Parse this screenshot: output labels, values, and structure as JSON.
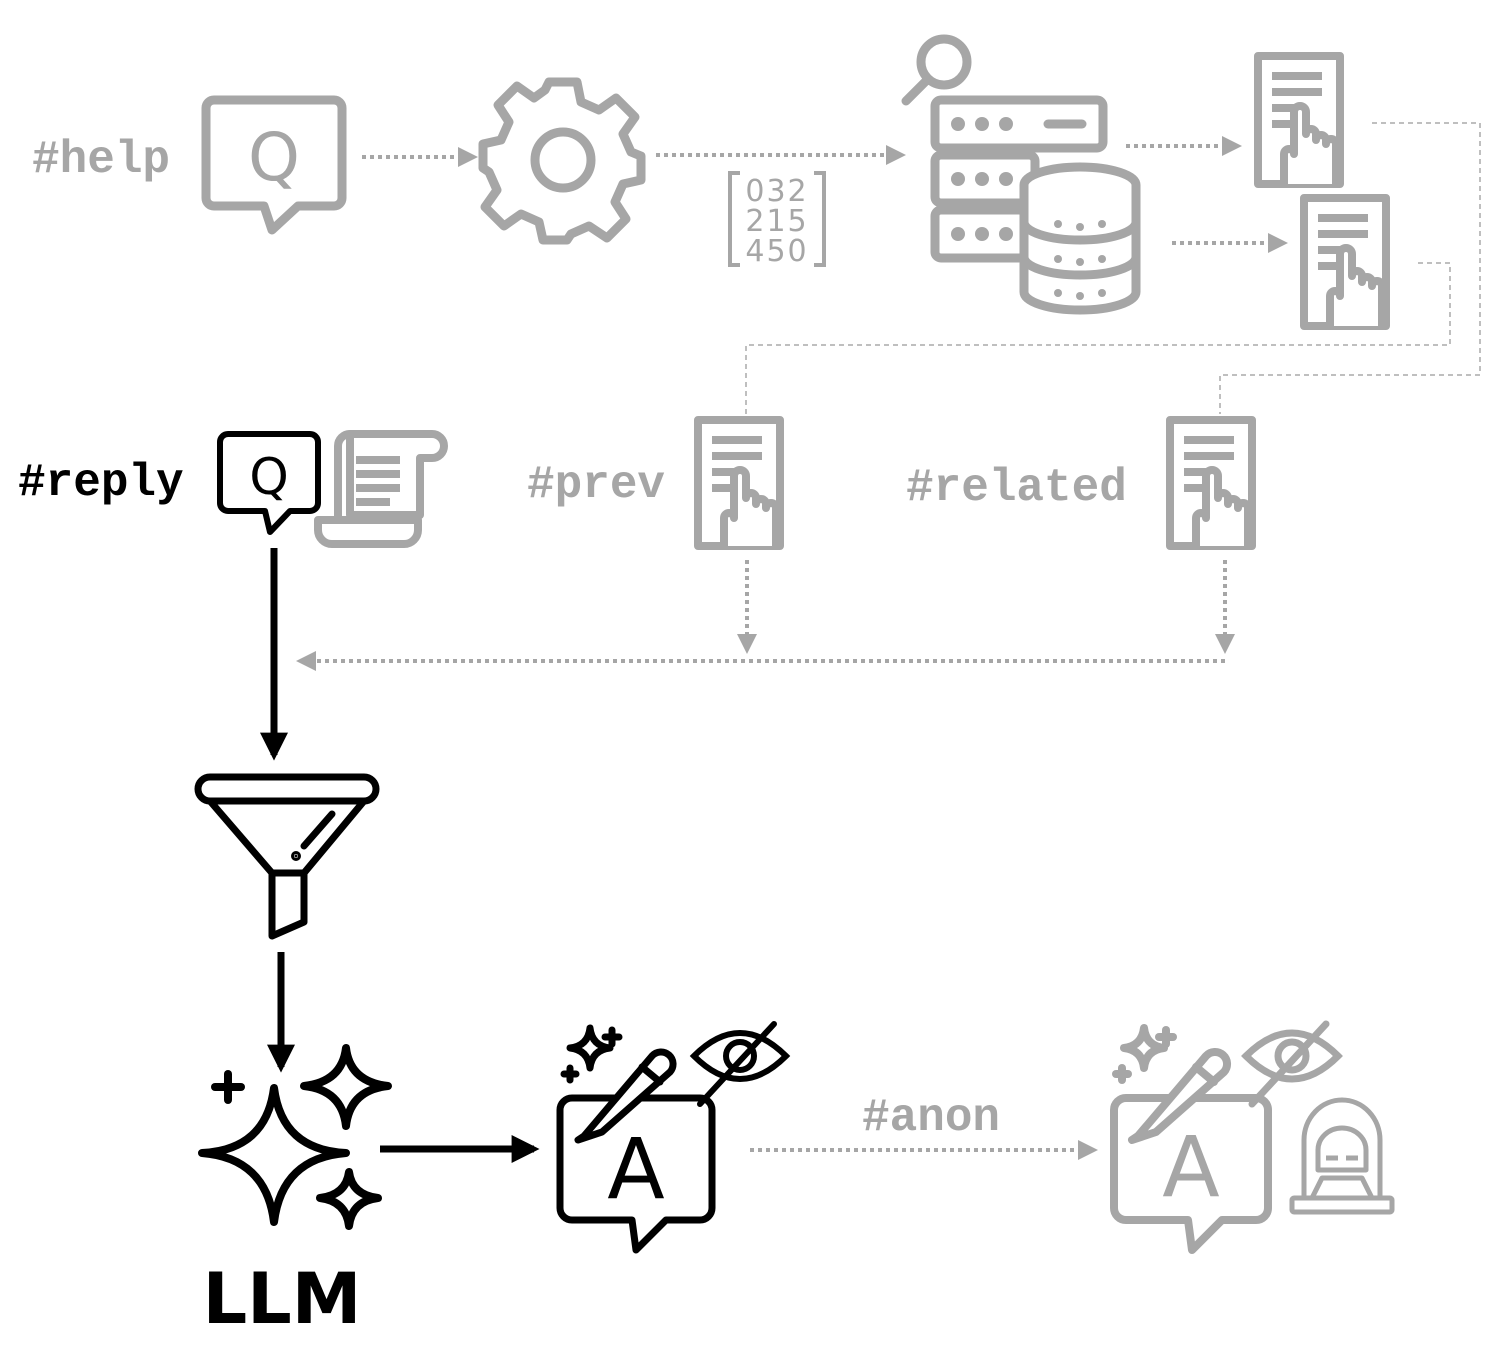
{
  "labels": {
    "help": "#help",
    "reply": "#reply",
    "prev": "#prev",
    "related": "#related",
    "anon": "#anon",
    "llm": "LLM"
  },
  "glyphs": {
    "question_letter": "Q",
    "answer_letter": "A",
    "matrix_rows": [
      "032",
      "215",
      "450"
    ]
  },
  "icons": [
    "question-bubble-icon",
    "gear-icon",
    "number-matrix-icon",
    "database-search-icon",
    "document-select-icon",
    "scroll-icon",
    "funnel-icon",
    "sparkles-icon",
    "answer-edit-icon",
    "eye-slash-icon",
    "hacker-icon"
  ],
  "colors": {
    "active": "#000000",
    "inactive": "#a6a6a6",
    "connector": "#bfbfbf"
  }
}
